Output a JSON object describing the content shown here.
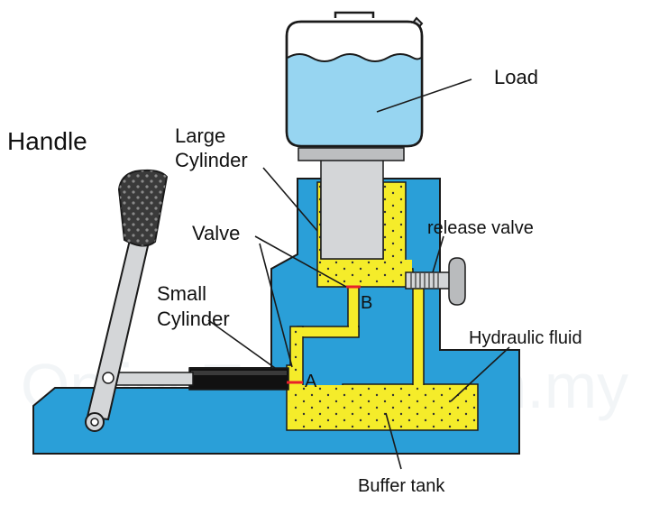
{
  "labels": {
    "handle": "Handle",
    "large_cylinder_line1": "Large",
    "large_cylinder_line2": "Cylinder",
    "valve": "Valve",
    "small_cylinder_line1": "Small",
    "small_cylinder_line2": "Cylinder",
    "load": "Load",
    "release_valve": "release valve",
    "hydraulic_fluid": "Hydraulic fluid",
    "buffer_tank": "Buffer tank",
    "point_a": "A",
    "point_b": "B"
  },
  "watermark": "OnlineTuition.com.my",
  "colors": {
    "body_blue": "#2a9fd8",
    "fluid_yellow": "#f5ec2a",
    "water_blue": "#97d5f1",
    "steel_grey": "#cfd1d3",
    "valve_red": "#e8202a",
    "outline": "#1a1a1a"
  }
}
